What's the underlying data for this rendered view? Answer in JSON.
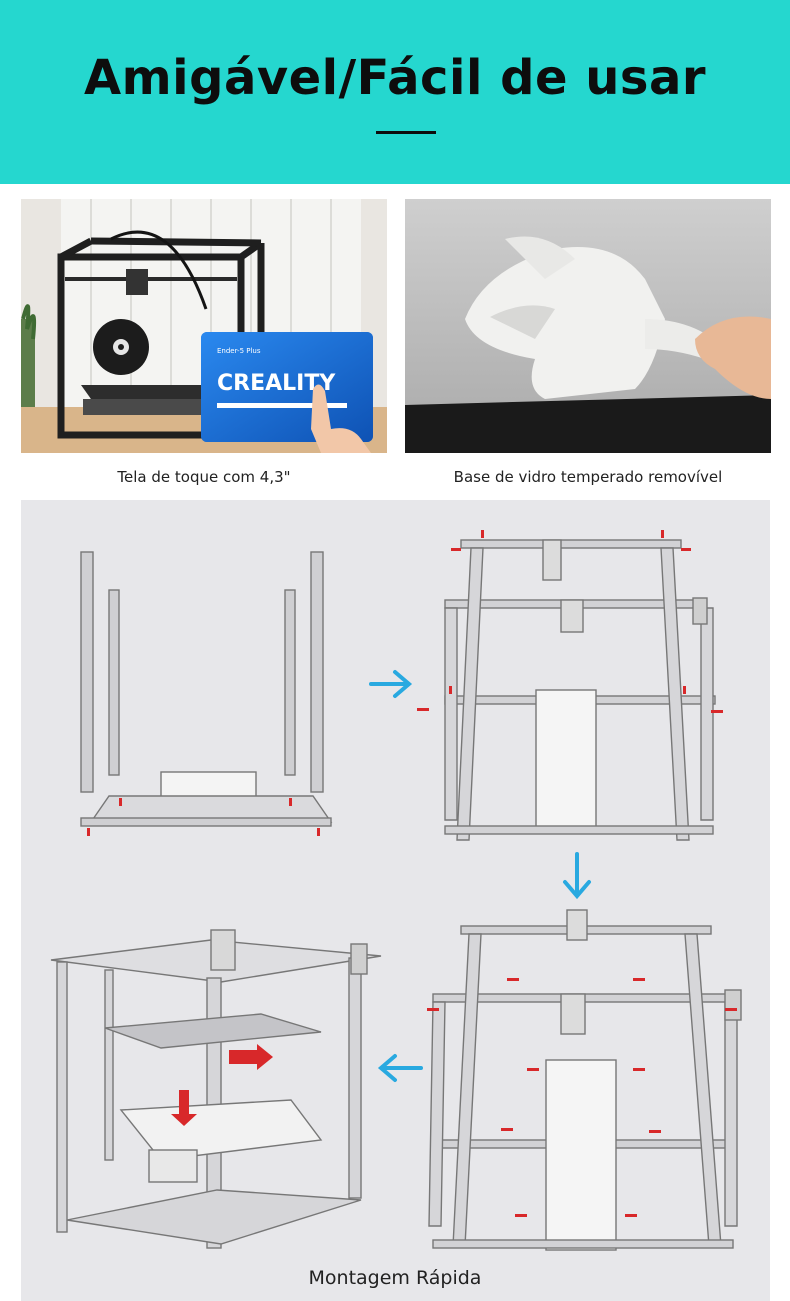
{
  "header": {
    "title": "Amigável/Fácil de usar"
  },
  "features": [
    {
      "caption": "Tela de toque com 4,3\"",
      "screen_model": "Ender-5 Plus",
      "screen_logo": "CREALITY"
    },
    {
      "caption": "Base de vidro temperado removível"
    }
  ],
  "assembly": {
    "caption": "Montagem Rápida"
  },
  "colors": {
    "banner": "#25d7cf",
    "arrow": "#29a9e0",
    "marker": "#d8282a",
    "panel": "#e7e7ea"
  }
}
